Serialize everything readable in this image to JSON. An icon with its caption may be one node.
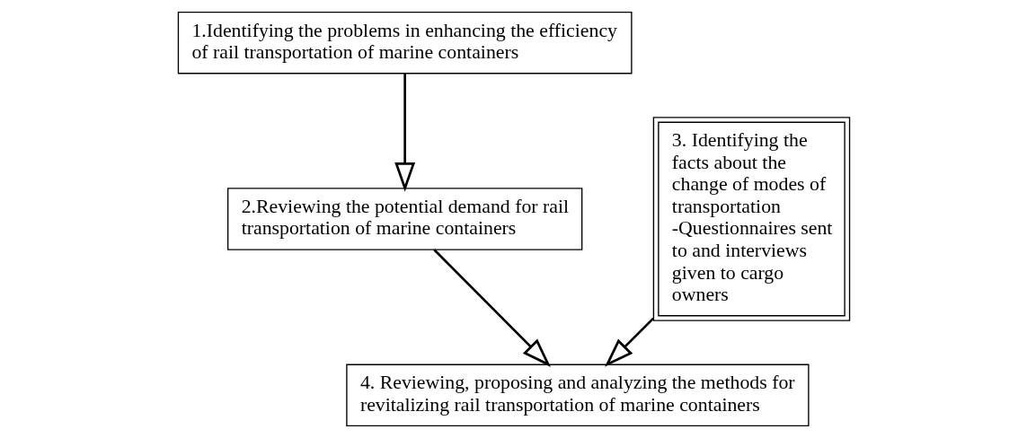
{
  "diagram": {
    "nodes": [
      {
        "text": [
          "1.Identifying the problems in enhancing the efficiency of rail transportation of marine containers"
        ]
      },
      {
        "text": [
          "2.Reviewing the potential demand for rail transportation of marine containers"
        ]
      },
      {
        "text": [
          "3. Identifying the facts about the change of modes of transportation",
          "-Questionnaires sent to and interviews given to cargo owners"
        ]
      },
      {
        "text": [
          "4. Reviewing, proposing and analyzing the methods for revitalizing rail transportation of marine containers"
        ]
      }
    ],
    "edges": [
      {
        "from": 0,
        "to": 1,
        "arrow": "to"
      },
      {
        "from": 1,
        "to": 3,
        "arrow": "to"
      },
      {
        "from": 2,
        "to": 3,
        "arrow": "to"
      }
    ]
  }
}
